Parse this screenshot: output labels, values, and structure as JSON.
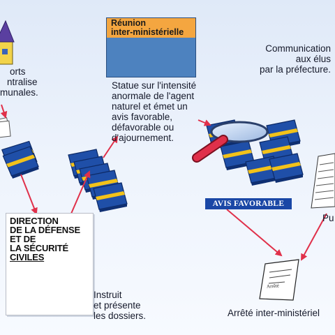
{
  "top_left": {
    "line1": "orts",
    "line2": "ntralise",
    "line3": "munales."
  },
  "reunion": {
    "title_line1": "Réunion",
    "title_line2": "inter-ministérielle",
    "desc_line1": "Statue sur l'intensité",
    "desc_line2": "anormale de l'agent",
    "desc_line3": "naturel et émet un",
    "desc_line4": "avis favorable,",
    "desc_line5": "défavorable ou",
    "desc_line6": "d'ajournement."
  },
  "communication": {
    "line1": "Communication",
    "line2": "aux élus",
    "line3": "par la préfecture."
  },
  "avis_badge": "AVIS FAVORABLE",
  "direction": {
    "line1": "DIRECTION",
    "line2": "DE  LA DÉFENSE",
    "line3": "ET DE",
    "line4": "LA SÉCURITÉ",
    "line5": "CIVILES"
  },
  "instruit": {
    "line1": "Instruit",
    "line2": "et présente",
    "line3": "les dossiers."
  },
  "arrete": {
    "doc_label": "Arrêté",
    "caption": "Arrêté inter-ministériel"
  },
  "right_edge_text": "Pu",
  "colors": {
    "folder_blue": "#1f4fa8",
    "folder_band": "#f2c21a",
    "arrow_red": "#e0304a",
    "badge_blue": "#1a47a6",
    "caption_orange": "#f4a640"
  }
}
